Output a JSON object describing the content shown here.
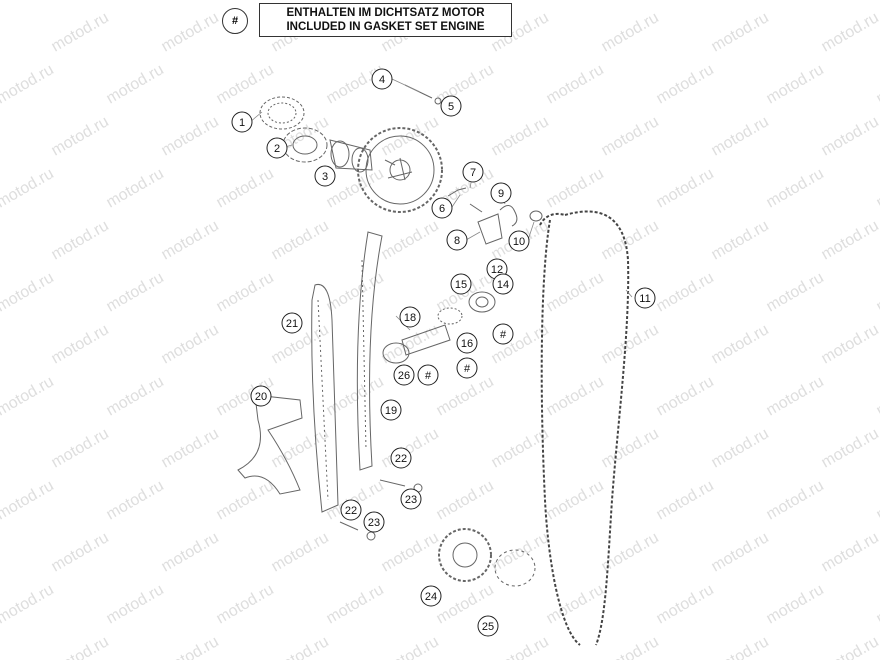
{
  "legend": {
    "symbol": "#",
    "line1": "ENTHALTEN IM DICHTSATZ MOTOR",
    "line2": "INCLUDED IN GASKET SET ENGINE"
  },
  "watermark": "motod.ru",
  "callouts": [
    "1",
    "2",
    "3",
    "4",
    "5",
    "6",
    "7",
    "8",
    "9",
    "10",
    "11",
    "12",
    "14",
    "15",
    "16",
    "18",
    "19",
    "20",
    "21",
    "22",
    "23",
    "22",
    "23",
    "24",
    "25",
    "26",
    "#",
    "#",
    "#"
  ],
  "colors": {
    "line": "#555555",
    "callout_border": "#222222",
    "watermark": "#dcdcdc"
  }
}
